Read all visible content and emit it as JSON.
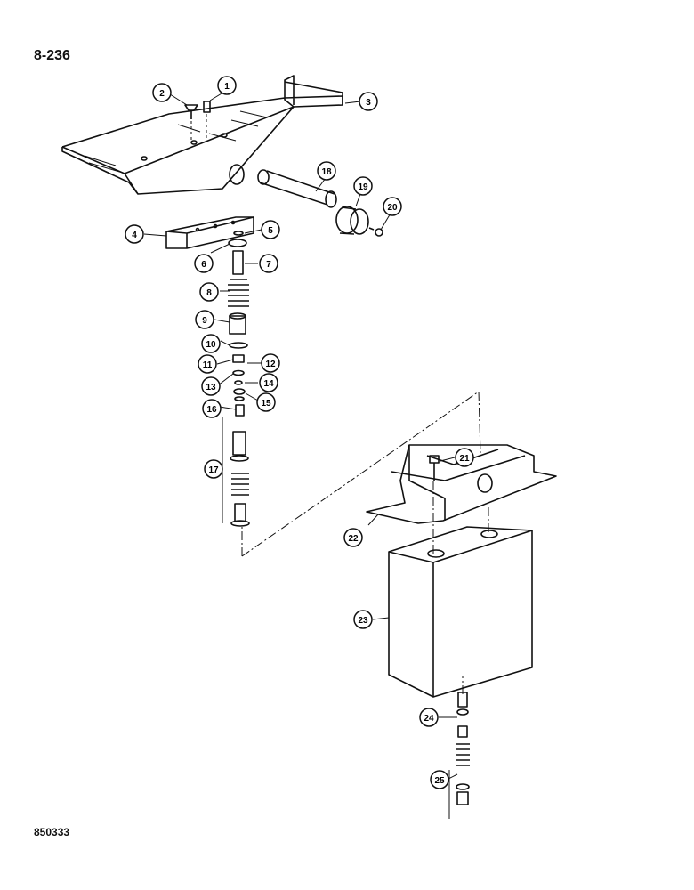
{
  "page_number": "8-236",
  "drawing_code": "850333",
  "callouts": {
    "c1": "1",
    "c2": "2",
    "c3": "3",
    "c4": "4",
    "c5": "5",
    "c6": "6",
    "c7": "7",
    "c8": "8",
    "c9": "9",
    "c10": "10",
    "c11": "11",
    "c12": "12",
    "c13": "13",
    "c14": "14",
    "c15": "15",
    "c16": "16",
    "c17": "17",
    "c18": "18",
    "c19": "19",
    "c20": "20",
    "c21": "21",
    "c22": "22",
    "c23": "23",
    "c24": "24",
    "c25": "25"
  }
}
